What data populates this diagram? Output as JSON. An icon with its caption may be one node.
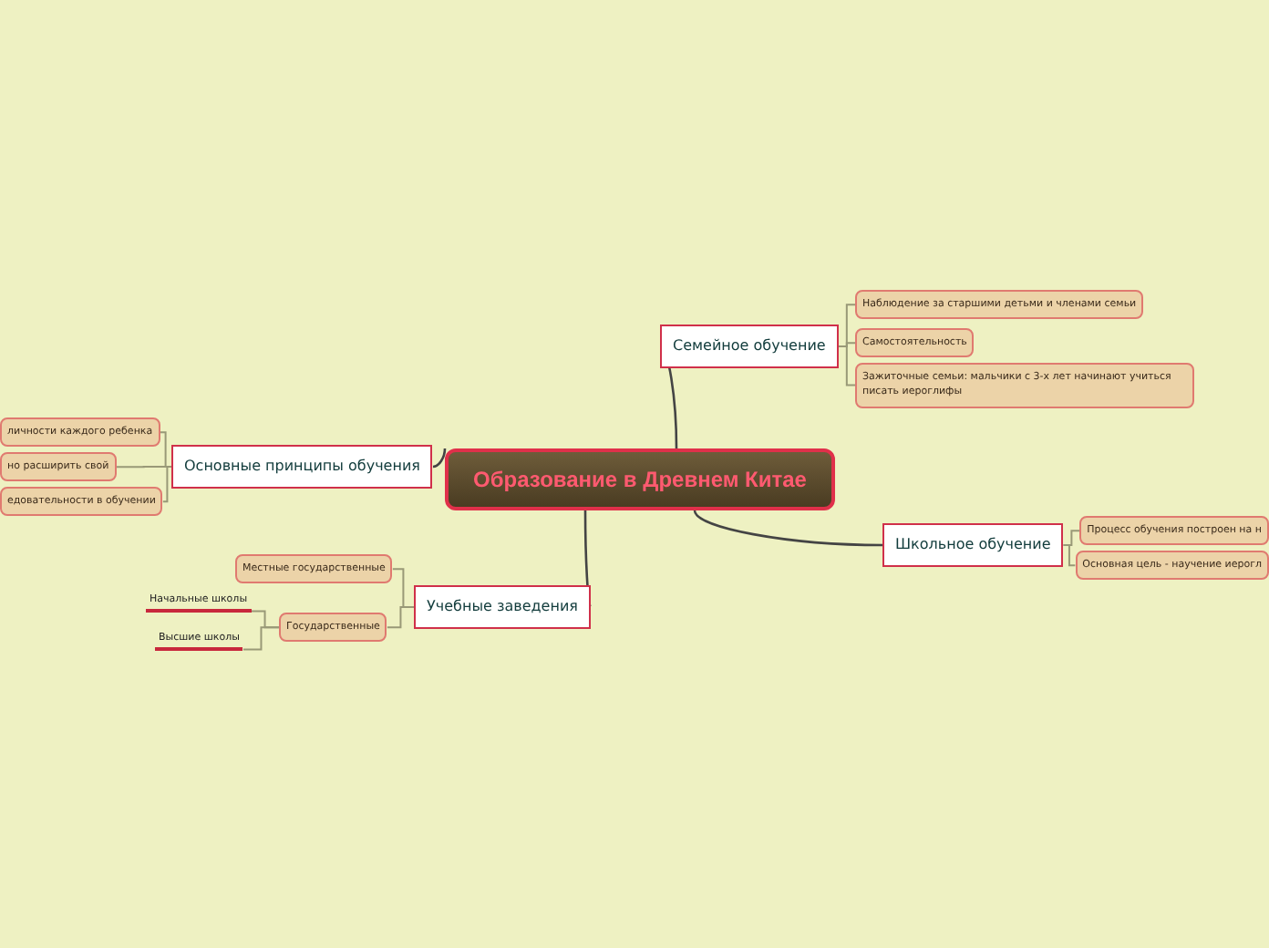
{
  "diagram": {
    "nodes": [
      {
        "text": [
          "Образование в Древнем Китае"
        ]
      },
      {
        "text": [
          "Семейное обучение"
        ]
      },
      {
        "text": [
          "Наблюдение за старшими детьми и членами семьи"
        ]
      },
      {
        "text": [
          "Самостоятельность"
        ]
      },
      {
        "text": [
          "Зажиточные семьи: мальчики с 3-х лет начинают учиться писать иероглифы"
        ]
      },
      {
        "text": [
          "Школьное обучение"
        ]
      },
      {
        "text": [
          "Процесс обучения построен на н"
        ]
      },
      {
        "text": [
          "Основная цель - научение иерогл"
        ]
      },
      {
        "text": [
          "Основные принципы обучения"
        ]
      },
      {
        "text": [
          "личности каждого ребенка"
        ]
      },
      {
        "text": [
          "но расширить свой"
        ]
      },
      {
        "text": [
          "едовательности в обучении"
        ]
      },
      {
        "text": [
          "Учебные заведения"
        ]
      },
      {
        "text": [
          "Местные государственные"
        ]
      },
      {
        "text": [
          "Государственные"
        ]
      },
      {
        "text": [
          "Начальные школы"
        ]
      },
      {
        "text": [
          "Высшие школы"
        ]
      }
    ],
    "edges": [
      {
        "from": 0,
        "to": 1,
        "arrow": "none"
      },
      {
        "from": 1,
        "to": 2,
        "arrow": "none"
      },
      {
        "from": 1,
        "to": 3,
        "arrow": "none"
      },
      {
        "from": 1,
        "to": 4,
        "arrow": "none"
      },
      {
        "from": 0,
        "to": 5,
        "arrow": "none"
      },
      {
        "from": 5,
        "to": 6,
        "arrow": "none"
      },
      {
        "from": 5,
        "to": 7,
        "arrow": "none"
      },
      {
        "from": 0,
        "to": 8,
        "arrow": "none"
      },
      {
        "from": 8,
        "to": 9,
        "arrow": "none"
      },
      {
        "from": 8,
        "to": 10,
        "arrow": "none"
      },
      {
        "from": 8,
        "to": 11,
        "arrow": "none"
      },
      {
        "from": 0,
        "to": 12,
        "arrow": "none"
      },
      {
        "from": 12,
        "to": 13,
        "arrow": "none"
      },
      {
        "from": 12,
        "to": 14,
        "arrow": "none"
      },
      {
        "from": 14,
        "to": 15,
        "arrow": "none"
      },
      {
        "from": 14,
        "to": 16,
        "arrow": "none"
      }
    ]
  }
}
